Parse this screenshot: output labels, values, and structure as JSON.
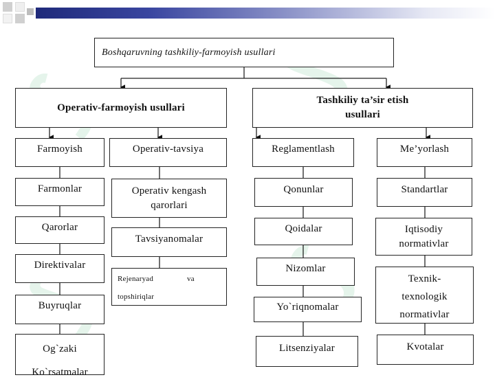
{
  "diagram": {
    "root": "Boshqaruvning tashkiliy-farmoyish usullari",
    "left_branch": {
      "title": "Operativ-farmoyish usullari",
      "col1": [
        "Farmoyish",
        "Farmonlar",
        "Qarorlar",
        "Direktivalar",
        "Buyruqlar",
        "Og`zaki Ko`rsatmalar"
      ],
      "col2": [
        "Operativ-tavsiya",
        "Operativ kengash qarorlari",
        "Tavsiyanomalar",
        "Rejenaryad va topshiriqlar"
      ]
    },
    "right_branch": {
      "title": "Tashkiliy ta’sir etish usullari",
      "col3": [
        "Reglamentlash",
        "Qonunlar",
        "Qoidalar",
        "Nizomlar",
        "Yo`riqnomalar",
        "Litsenziyalar"
      ],
      "col4": [
        "Me’yorlash",
        "Standartlar",
        "Iqtisodiy normativlar",
        "Texnik-texnologik normativlar",
        "Kvotalar"
      ]
    }
  },
  "colors": {
    "header_dark": "#1f2a7a",
    "header_square_a": "#c9c9c9",
    "header_square_b": "#f0f0f0",
    "watermark": "#00963c"
  }
}
